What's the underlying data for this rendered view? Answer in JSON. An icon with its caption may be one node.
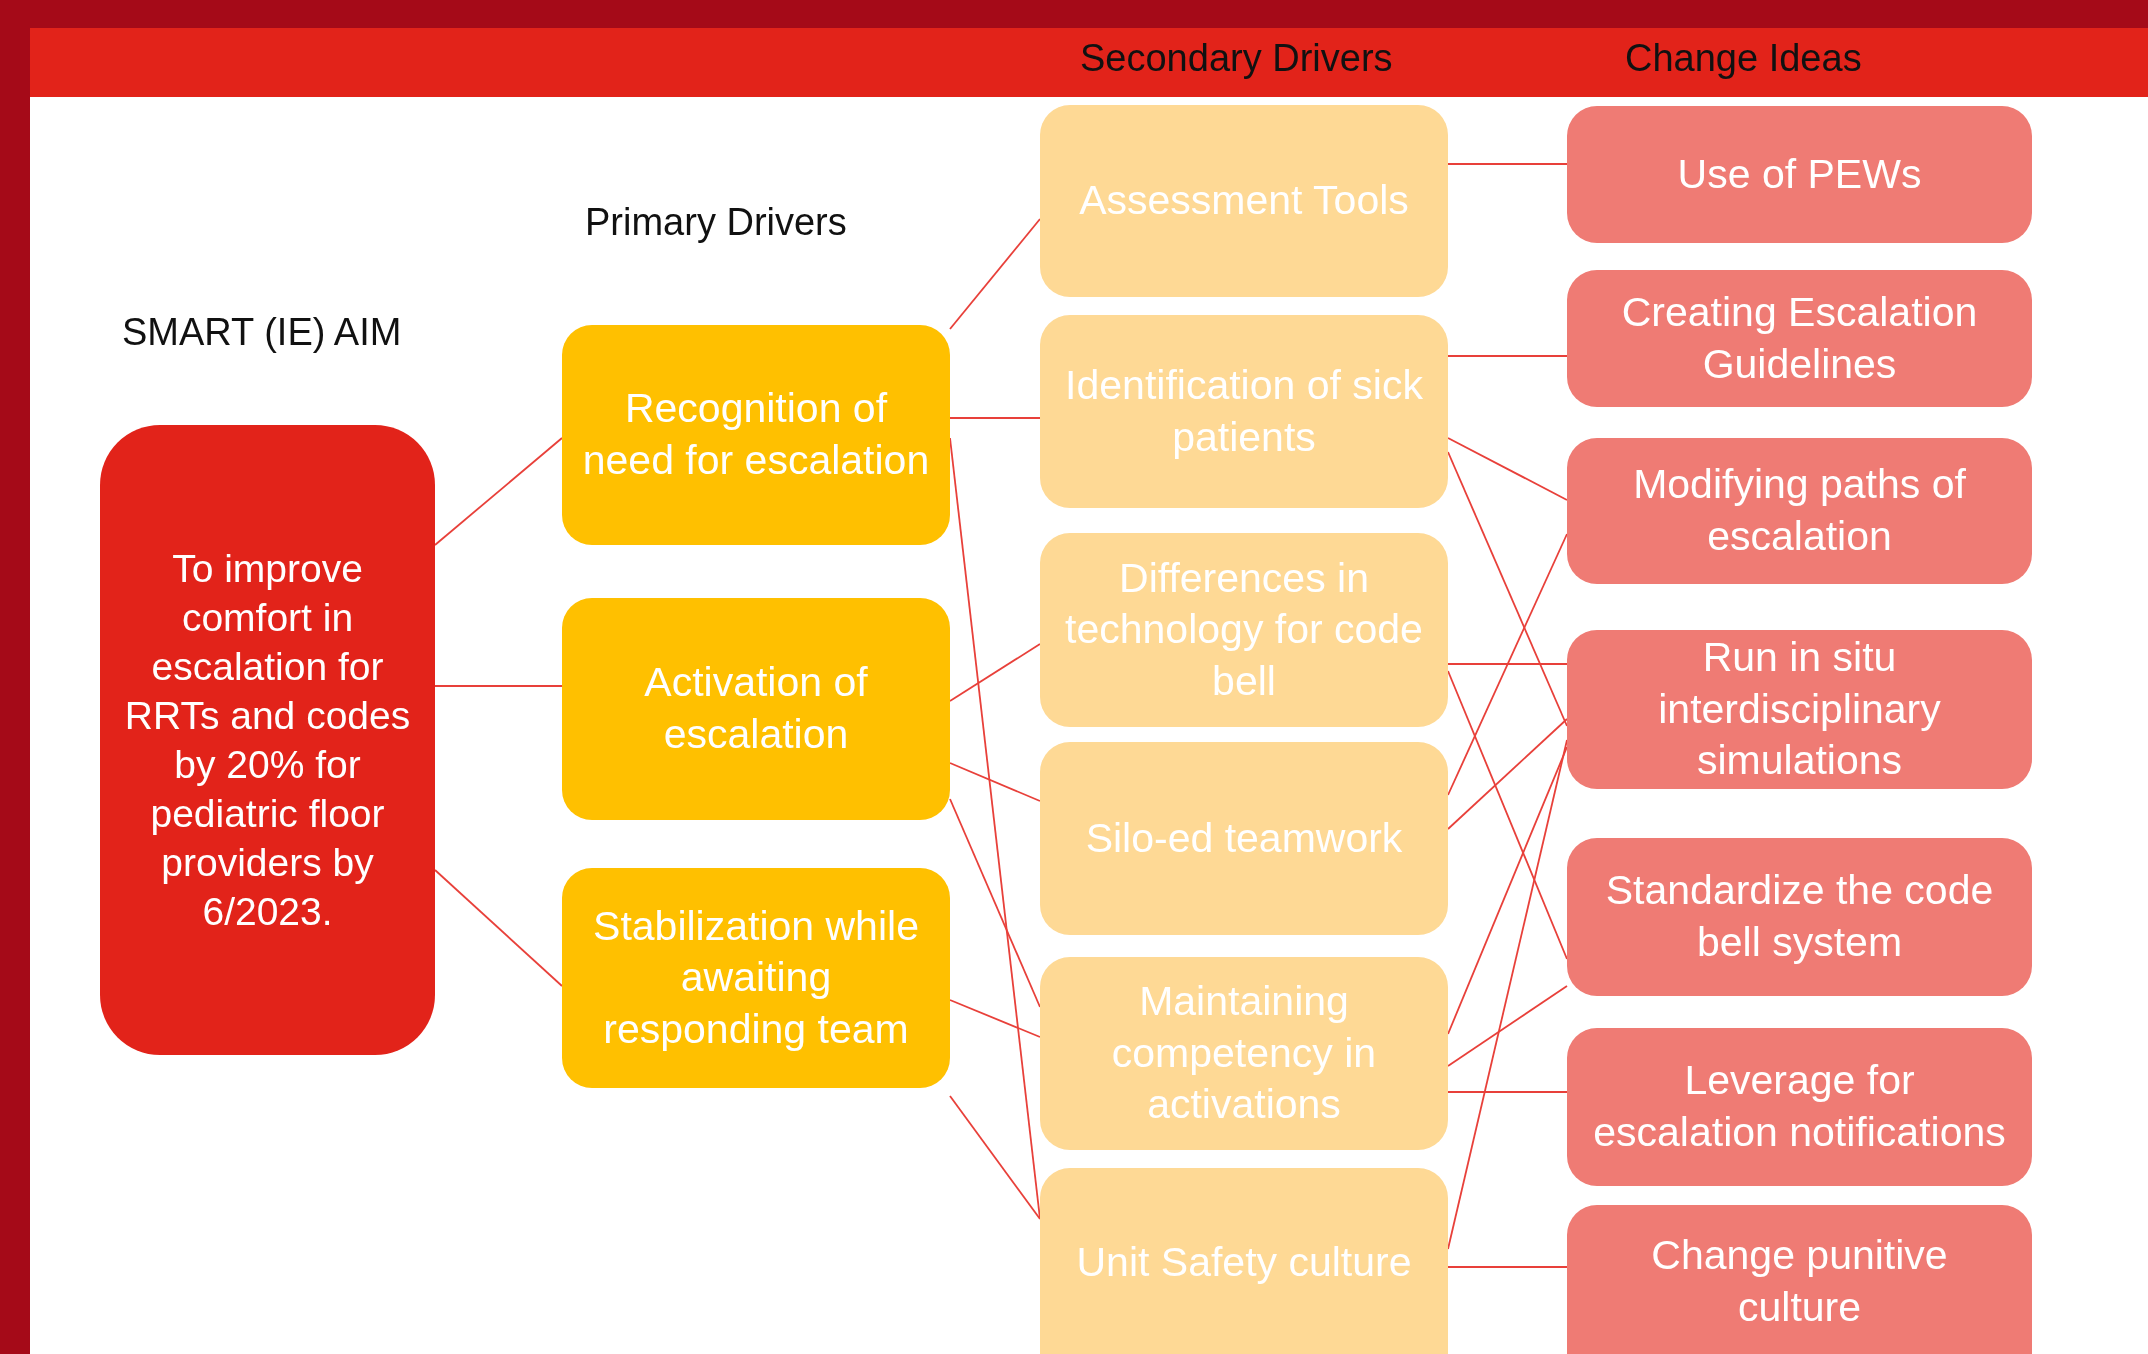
{
  "diagram": {
    "nodes": [
      {
        "text": [
          "To improve comfort in escalation for RRTs and codes by 20% for pediatric floor providers by 6/2023."
        ]
      },
      {
        "text": [
          "Recognition of need for escalation"
        ]
      },
      {
        "text": [
          "Activation of escalation"
        ]
      },
      {
        "text": [
          "Stabilization while awaiting responding team"
        ]
      },
      {
        "text": [
          "Assessment Tools"
        ]
      },
      {
        "text": [
          "Identification of sick patients"
        ]
      },
      {
        "text": [
          "Differences in technology for code bell"
        ]
      },
      {
        "text": [
          "Silo-ed teamwork"
        ]
      },
      {
        "text": [
          "Maintaining competency in activations"
        ]
      },
      {
        "text": [
          "Unit Safety culture"
        ]
      },
      {
        "text": [
          "Use of PEWs"
        ]
      },
      {
        "text": [
          "Creating Escalation Guidelines"
        ]
      },
      {
        "text": [
          "Modifying paths of escalation"
        ]
      },
      {
        "text": [
          "Run in situ interdisciplinary simulations"
        ]
      },
      {
        "text": [
          "Standardize the code bell system"
        ]
      },
      {
        "text": [
          "Leverage for escalation notifications"
        ]
      },
      {
        "text": [
          "Change punitive culture"
        ]
      }
    ],
    "edges": [
      {
        "from": 0,
        "to": 1,
        "arrow": "none"
      },
      {
        "from": 0,
        "to": 2,
        "arrow": "none"
      },
      {
        "from": 0,
        "to": 3,
        "arrow": "none"
      },
      {
        "from": 1,
        "to": 4,
        "arrow": "none"
      },
      {
        "from": 1,
        "to": 5,
        "arrow": "none"
      },
      {
        "from": 1,
        "to": 9,
        "arrow": "none"
      },
      {
        "from": 2,
        "to": 6,
        "arrow": "none"
      },
      {
        "from": 2,
        "to": 7,
        "arrow": "none"
      },
      {
        "from": 2,
        "to": 8,
        "arrow": "none"
      },
      {
        "from": 3,
        "to": 8,
        "arrow": "none"
      },
      {
        "from": 3,
        "to": 9,
        "arrow": "none"
      },
      {
        "from": 4,
        "to": 10,
        "arrow": "none"
      },
      {
        "from": 5,
        "to": 11,
        "arrow": "none"
      },
      {
        "from": 5,
        "to": 12,
        "arrow": "none"
      },
      {
        "from": 5,
        "to": 13,
        "arrow": "none"
      },
      {
        "from": 6,
        "to": 13,
        "arrow": "none"
      },
      {
        "from": 6,
        "to": 14,
        "arrow": "none"
      },
      {
        "from": 7,
        "to": 12,
        "arrow": "none"
      },
      {
        "from": 7,
        "to": 13,
        "arrow": "none"
      },
      {
        "from": 8,
        "to": 13,
        "arrow": "none"
      },
      {
        "from": 8,
        "to": 14,
        "arrow": "none"
      },
      {
        "from": 8,
        "to": 15,
        "arrow": "none"
      },
      {
        "from": 9,
        "to": 13,
        "arrow": "none"
      },
      {
        "from": 9,
        "to": 16,
        "arrow": "none"
      }
    ],
    "labels": [
      "Secondary Drivers",
      "Change Ideas",
      "Primary Drivers",
      "SMART (IE) AIM"
    ]
  }
}
